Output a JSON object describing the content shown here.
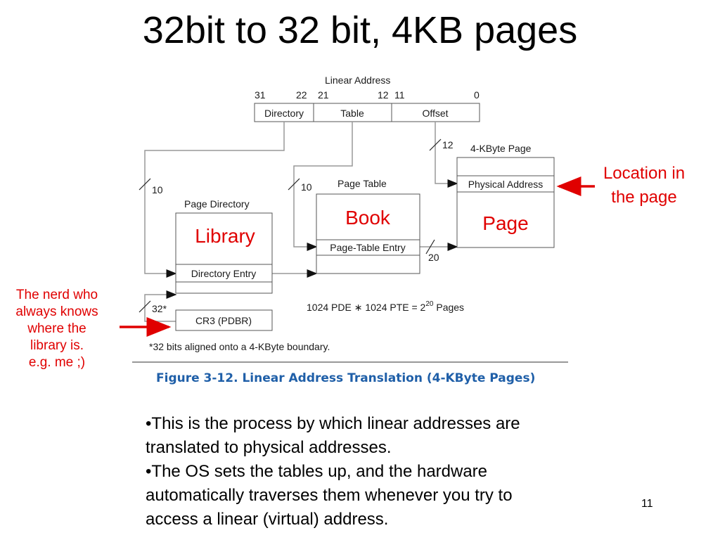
{
  "title": "32bit to 32 bit, 4KB pages",
  "diagram": {
    "linear_address_label": "Linear Address",
    "bit_labels": [
      "31",
      "22",
      "21",
      "12",
      "11",
      "0"
    ],
    "fields": [
      "Directory",
      "Table",
      "Offset"
    ],
    "widths": [
      "12",
      "10",
      "10",
      "32*",
      "20"
    ],
    "page_4k_label": "4-KByte Page",
    "physical_address": "Physical Address",
    "page_table_label": "Page Table",
    "page_table_entry": "Page-Table Entry",
    "page_directory_label": "Page Directory",
    "directory_entry": "Directory Entry",
    "cr3_label": "CR3 (PDBR)",
    "formula_main": "1024 PDE ∗ 1024 PTE = 2",
    "formula_exp": "20",
    "formula_tail": " Pages",
    "footnote": "*32 bits aligned onto a 4-KByte boundary.",
    "figure_caption": "Figure 3-12.  Linear Address Translation (4-KByte Pages)"
  },
  "annotations": {
    "library": "Library",
    "book": "Book",
    "page": "Page",
    "location_line1": "Location in",
    "location_line2": "the page",
    "nerd_lines": [
      "The nerd who",
      "always knows",
      "where the",
      "library is.",
      "e.g. me ;)"
    ]
  },
  "bullets": [
    "•This is the process by which linear addresses are translated to physical addresses.",
    "•The OS sets the tables up, and the hardware automatically traverses them whenever you  try to access a linear (virtual) address."
  ],
  "page_number": "11",
  "colors": {
    "accent_red": "#e00000",
    "caption_blue": "#1f5fa8",
    "diagram_line": "#999999"
  }
}
